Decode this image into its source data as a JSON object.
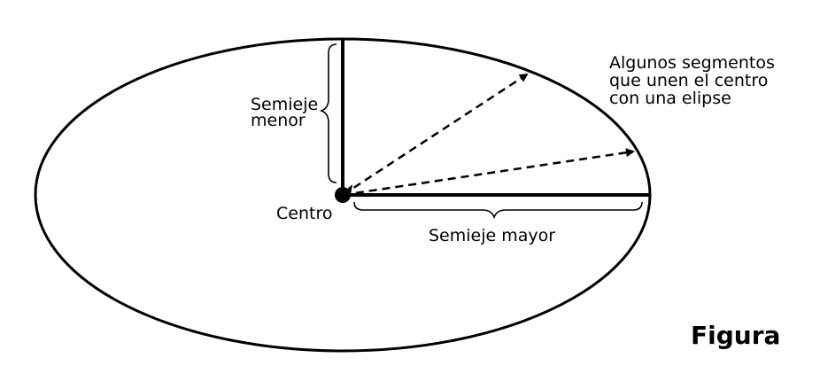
{
  "diagram": {
    "labels": {
      "semieje_menor_line1": "Semieje",
      "semieje_menor_line2": "menor",
      "centro": "Centro",
      "semieje_mayor": "Semieje mayor",
      "segmentos_line1": "Algunos segmentos",
      "segmentos_line2": "que unen el centro",
      "segmentos_line3": "con una elipse"
    },
    "figure_title": "Figura",
    "colors": {
      "stroke": "#000000",
      "background": "#ffffff"
    }
  }
}
